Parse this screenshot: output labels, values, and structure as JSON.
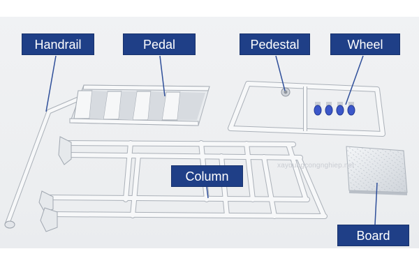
{
  "labels": {
    "handrail": "Handrail",
    "pedal": "Pedal",
    "pedestal": "Pedestal",
    "wheel": "Wheel",
    "column": "Column",
    "board": "Board"
  },
  "watermark": "xaydungcongnghiep.net",
  "colors": {
    "label_bg": "#1f3f87",
    "label_text": "#ffffff",
    "background": "#eceef0",
    "frame_metal": "#f7f8f9",
    "frame_shadow": "#aab0b8",
    "wheel_blue": "#3b57c9",
    "leader_line": "#2f4f9a"
  }
}
